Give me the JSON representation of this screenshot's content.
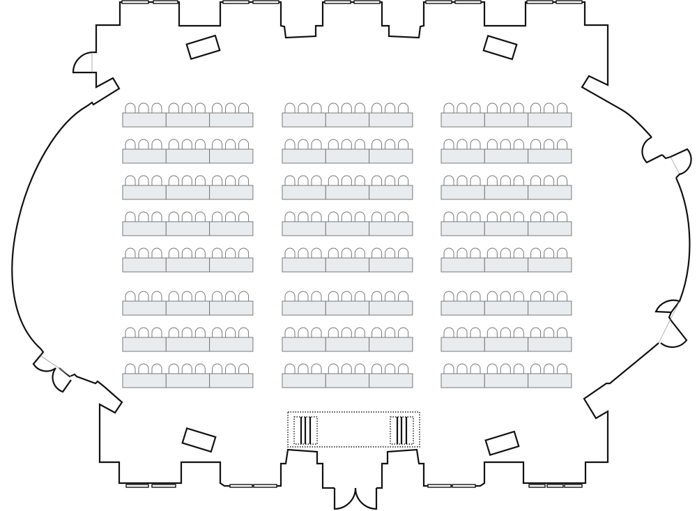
{
  "floorplan": {
    "seating": {
      "blocks": 3,
      "rows_per_block": 8,
      "tables_per_row": 3,
      "chairs_per_table": 3
    },
    "colors": {
      "wall": "#111111",
      "table_fill": "#e9ecef",
      "table_stroke": "#777777",
      "chair_stroke": "#777777"
    }
  }
}
